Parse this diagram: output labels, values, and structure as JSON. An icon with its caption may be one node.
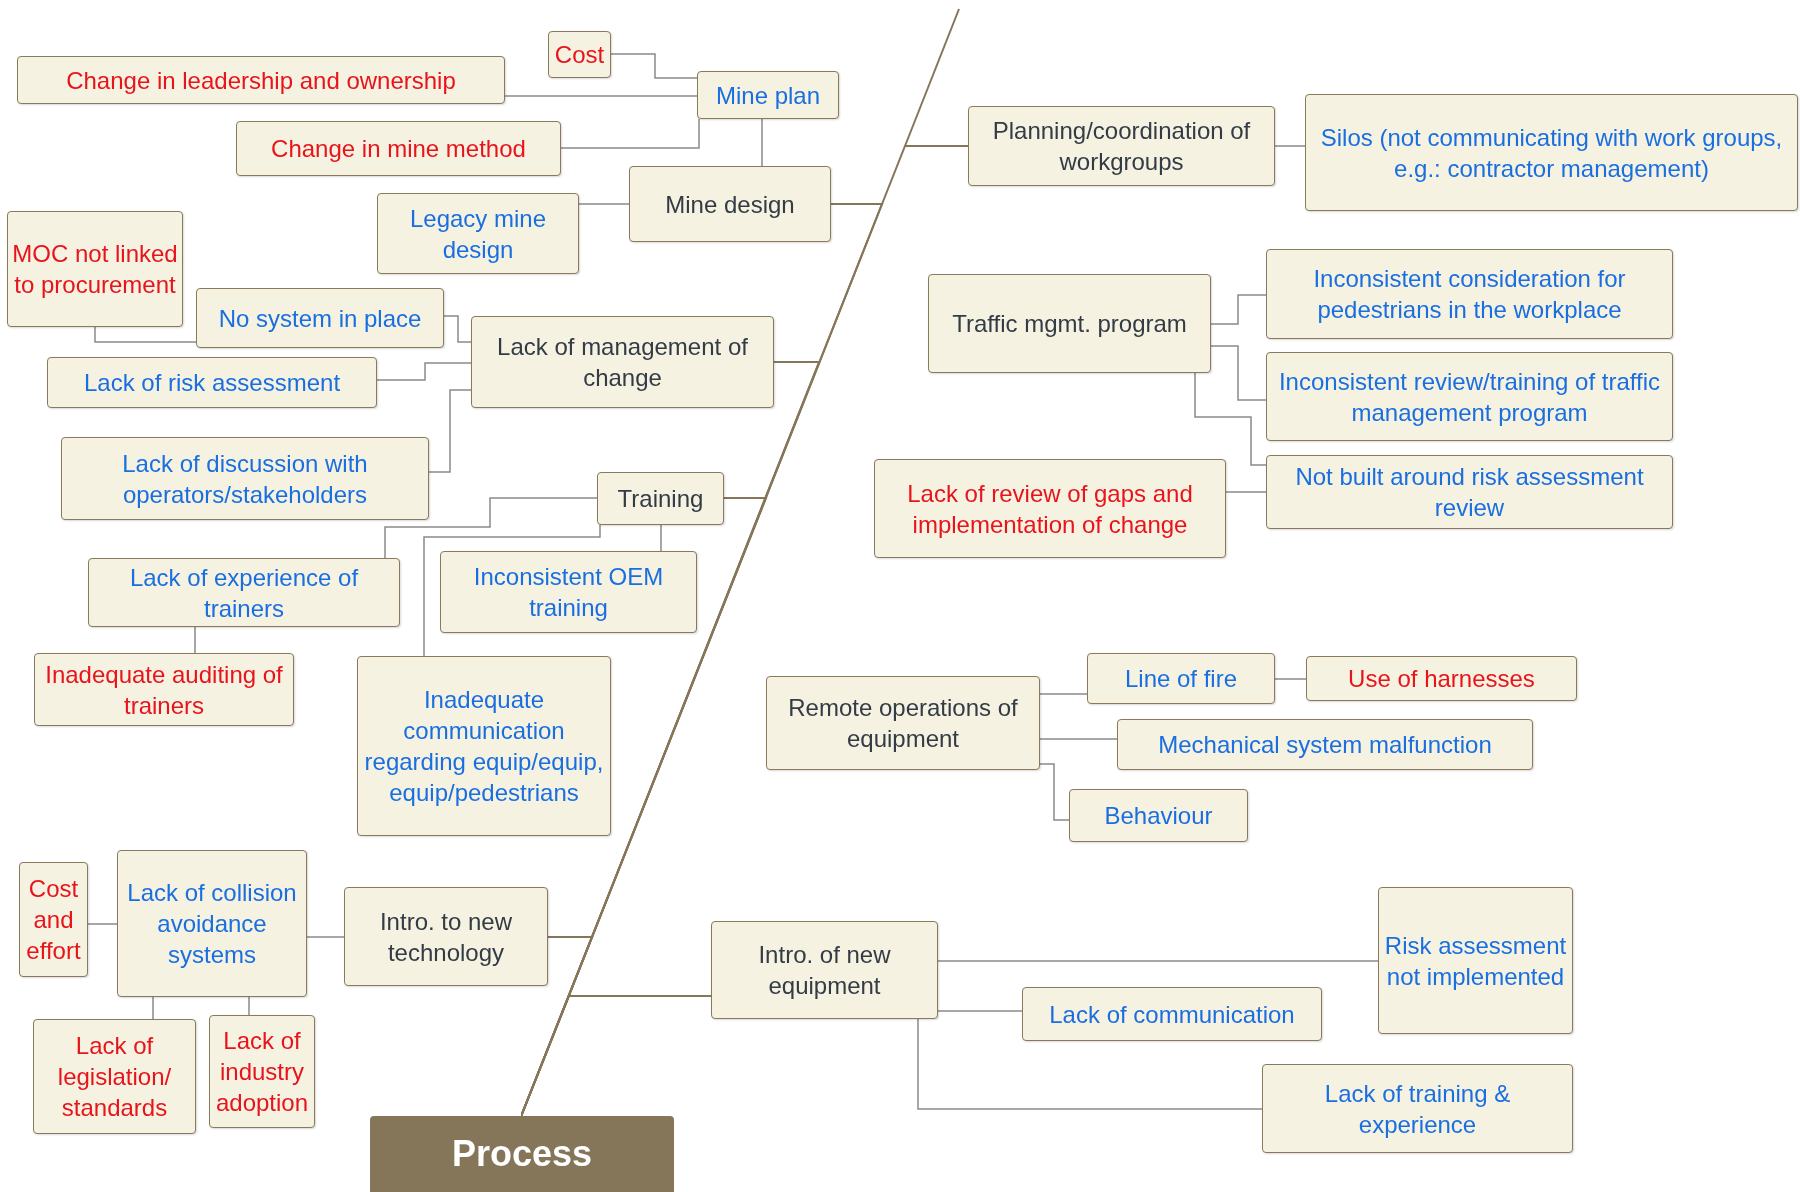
{
  "diagram": {
    "nodes": [
      {
        "text": [
          "Process"
        ]
      },
      {
        "text": [
          "Mine plan"
        ]
      },
      {
        "text": [
          "Cost"
        ]
      },
      {
        "text": [
          "Change in leadership and ownership"
        ]
      },
      {
        "text": [
          "Change in mine method"
        ]
      },
      {
        "text": [
          "Mine design"
        ]
      },
      {
        "text": [
          "Legacy mine design"
        ]
      },
      {
        "text": [
          "Lack of management of change"
        ]
      },
      {
        "text": [
          "MOC not linked to procurement"
        ]
      },
      {
        "text": [
          "No system in place"
        ]
      },
      {
        "text": [
          "Lack of risk assessment"
        ]
      },
      {
        "text": [
          "Lack of discussion with operators/stakeholders"
        ]
      },
      {
        "text": [
          "Training"
        ]
      },
      {
        "text": [
          "Lack of experience of trainers"
        ]
      },
      {
        "text": [
          "Inconsistent OEM training"
        ]
      },
      {
        "text": [
          "Inadequate auditing of trainers"
        ]
      },
      {
        "text": [
          "Inadequate communication regarding equip/equip, equip/pedestrians"
        ]
      },
      {
        "text": [
          "Intro. to new technology"
        ]
      },
      {
        "text": [
          "Lack of collision avoidance systems"
        ]
      },
      {
        "text": [
          "Cost and effort"
        ]
      },
      {
        "text": [
          "Lack of legislation/ standards"
        ]
      },
      {
        "text": [
          "Lack of industry adoption"
        ]
      },
      {
        "text": [
          "Planning/coordination of workgroups"
        ]
      },
      {
        "text": [
          "Silos (not communicating with work groups, e.g.: contractor management)"
        ]
      },
      {
        "text": [
          "Traffic mgmt. program"
        ]
      },
      {
        "text": [
          "Inconsistent consideration for pedestrians in the workplace"
        ]
      },
      {
        "text": [
          "Inconsistent review/training of traffic management program"
        ]
      },
      {
        "text": [
          "Not built around risk assessment review"
        ]
      },
      {
        "text": [
          "Lack of review of gaps and implementation of change"
        ]
      },
      {
        "text": [
          "Remote operations of equipment"
        ]
      },
      {
        "text": [
          "Line of fire"
        ]
      },
      {
        "text": [
          "Use of harnesses"
        ]
      },
      {
        "text": [
          "Mechanical system malfunction"
        ]
      },
      {
        "text": [
          "Behaviour"
        ]
      },
      {
        "text": [
          "Intro. of new equipment"
        ]
      },
      {
        "text": [
          "Risk assessment not implemented"
        ]
      },
      {
        "text": [
          "Lack of communication"
        ]
      },
      {
        "text": [
          "Lack of training & experience"
        ]
      }
    ],
    "edges": [
      {
        "from": 5,
        "to": 0,
        "arrow": "none",
        "color": "#85765a"
      },
      {
        "from": 7,
        "to": 0,
        "arrow": "none",
        "color": "#85765a"
      },
      {
        "from": 12,
        "to": 0,
        "arrow": "none",
        "color": "#85765a"
      },
      {
        "from": 17,
        "to": 0,
        "arrow": "none",
        "color": "#85765a"
      },
      {
        "from": 22,
        "to": 0,
        "arrow": "none",
        "color": "#85765a"
      },
      {
        "from": 34,
        "to": 0,
        "arrow": "none",
        "color": "#85765a"
      },
      {
        "from": 2,
        "to": 1,
        "arrow": "none"
      },
      {
        "from": 3,
        "to": 1,
        "arrow": "none"
      },
      {
        "from": 4,
        "to": 1,
        "arrow": "none"
      },
      {
        "from": 1,
        "to": 5,
        "arrow": "none"
      },
      {
        "from": 6,
        "to": 5,
        "arrow": "none"
      },
      {
        "from": 9,
        "to": 7,
        "arrow": "none"
      },
      {
        "from": 10,
        "to": 7,
        "arrow": "none"
      },
      {
        "from": 11,
        "to": 7,
        "arrow": "none"
      },
      {
        "from": 8,
        "to": 9,
        "arrow": "none"
      },
      {
        "from": 12,
        "to": 13,
        "arrow": "none"
      },
      {
        "from": 12,
        "to": 16,
        "arrow": "none"
      },
      {
        "from": 12,
        "to": 14,
        "arrow": "none"
      },
      {
        "from": 13,
        "to": 15,
        "arrow": "none"
      },
      {
        "from": 18,
        "to": 17,
        "arrow": "none"
      },
      {
        "from": 19,
        "to": 18,
        "arrow": "none"
      },
      {
        "from": 18,
        "to": 20,
        "arrow": "none"
      },
      {
        "from": 18,
        "to": 21,
        "arrow": "none"
      },
      {
        "from": 22,
        "to": 23,
        "arrow": "none"
      },
      {
        "from": 24,
        "to": 25,
        "arrow": "none"
      },
      {
        "from": 24,
        "to": 26,
        "arrow": "none"
      },
      {
        "from": 24,
        "to": 27,
        "arrow": "none"
      },
      {
        "from": 28,
        "to": 27,
        "arrow": "none"
      },
      {
        "from": 29,
        "to": 30,
        "arrow": "none"
      },
      {
        "from": 30,
        "to": 31,
        "arrow": "none"
      },
      {
        "from": 29,
        "to": 32,
        "arrow": "none"
      },
      {
        "from": 29,
        "to": 33,
        "arrow": "none"
      },
      {
        "from": 34,
        "to": 35,
        "arrow": "none"
      },
      {
        "from": 34,
        "to": 36,
        "arrow": "none"
      },
      {
        "from": 34,
        "to": 37,
        "arrow": "none"
      }
    ]
  }
}
